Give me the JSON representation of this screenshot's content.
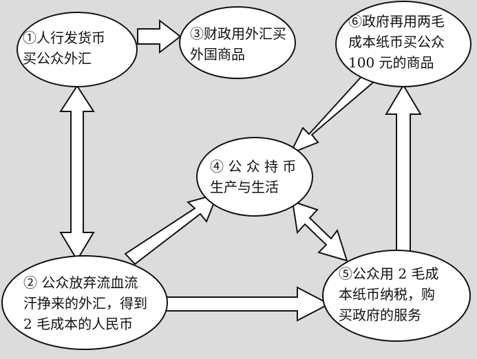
{
  "nodes": {
    "n1": {
      "lines": [
        "①人行发货币",
        "买公众外汇"
      ]
    },
    "n3": {
      "lines": [
        "③财政用外汇买",
        "外国商品"
      ]
    },
    "n6": {
      "lines": [
        "⑥政府再用两毛",
        "成本纸币买公众",
        "100 元的商品"
      ]
    },
    "n4": {
      "lines": [
        "④ 公 众 持 币",
        "生产与生活"
      ]
    },
    "n2": {
      "lines": [
        "② 公众放弃流血流",
        "汗挣来的外汇，得到",
        "2 毛成本的人民币"
      ]
    },
    "n5": {
      "lines": [
        "⑤公众用 2 毛成",
        "本纸币纳税，购",
        "买政府的服务"
      ]
    }
  },
  "colors": {
    "background": "#dcdcdc",
    "fill": "#ffffff",
    "stroke": "#111111"
  }
}
